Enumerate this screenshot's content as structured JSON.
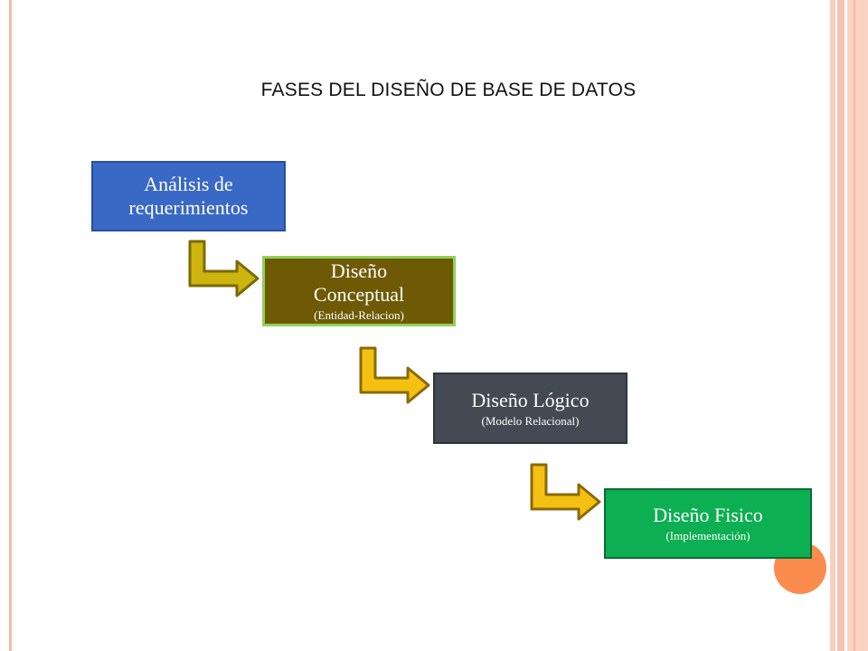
{
  "slide": {
    "title": "FASES DEL DISEÑO DE BASE DE DATOS"
  },
  "phases": [
    {
      "main": "Análisis de requerimientos",
      "sub": ""
    },
    {
      "main": "Diseño Conceptual",
      "sub": "(Entidad-Relacion)"
    },
    {
      "main": "Diseño Lógico",
      "sub": "(Modelo Relacional)"
    },
    {
      "main": "Diseño Fisico",
      "sub": "(Implementación)"
    }
  ],
  "colors": {
    "phase_1": "#3a68c5",
    "phase_2": "#6e5a05",
    "phase_3": "#434a54",
    "phase_4": "#0caf51",
    "arrow_fill": "#f4c112",
    "arrow_stroke": "#8a6a08",
    "accent_dot": "#fb8c4d"
  },
  "icons": [
    "bent-arrow-icon"
  ]
}
